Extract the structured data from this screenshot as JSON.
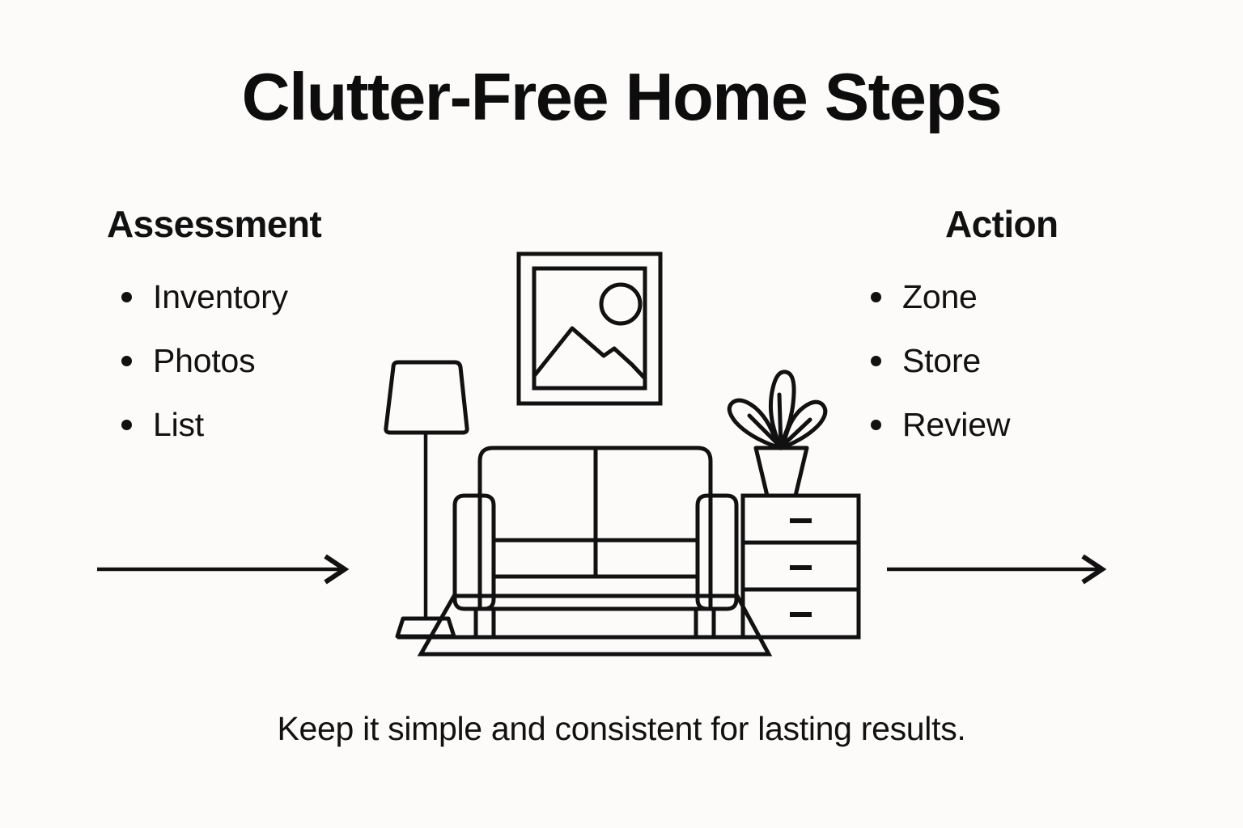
{
  "page": {
    "title": "Clutter-Free Home Steps",
    "caption": "Keep it simple and consistent for lasting results.",
    "background_color": "#fdfbfa",
    "ink_color": "#111111"
  },
  "columns": {
    "left": {
      "heading": "Assessment",
      "items": [
        {
          "label": "Inventory"
        },
        {
          "label": "Photos"
        },
        {
          "label": "List"
        }
      ]
    },
    "right": {
      "heading": "Action",
      "items": [
        {
          "label": "Zone"
        },
        {
          "label": "Store"
        },
        {
          "label": "Review"
        }
      ]
    }
  },
  "arrows": [
    {
      "name": "left-flow-arrow",
      "direction": "right"
    },
    {
      "name": "right-flow-arrow",
      "direction": "right"
    }
  ],
  "illustration": {
    "name": "living-room-line-art",
    "elements": [
      "framed-picture",
      "floor-lamp",
      "sofa",
      "potted-plant",
      "dresser",
      "floor-line",
      "area-rug"
    ]
  }
}
